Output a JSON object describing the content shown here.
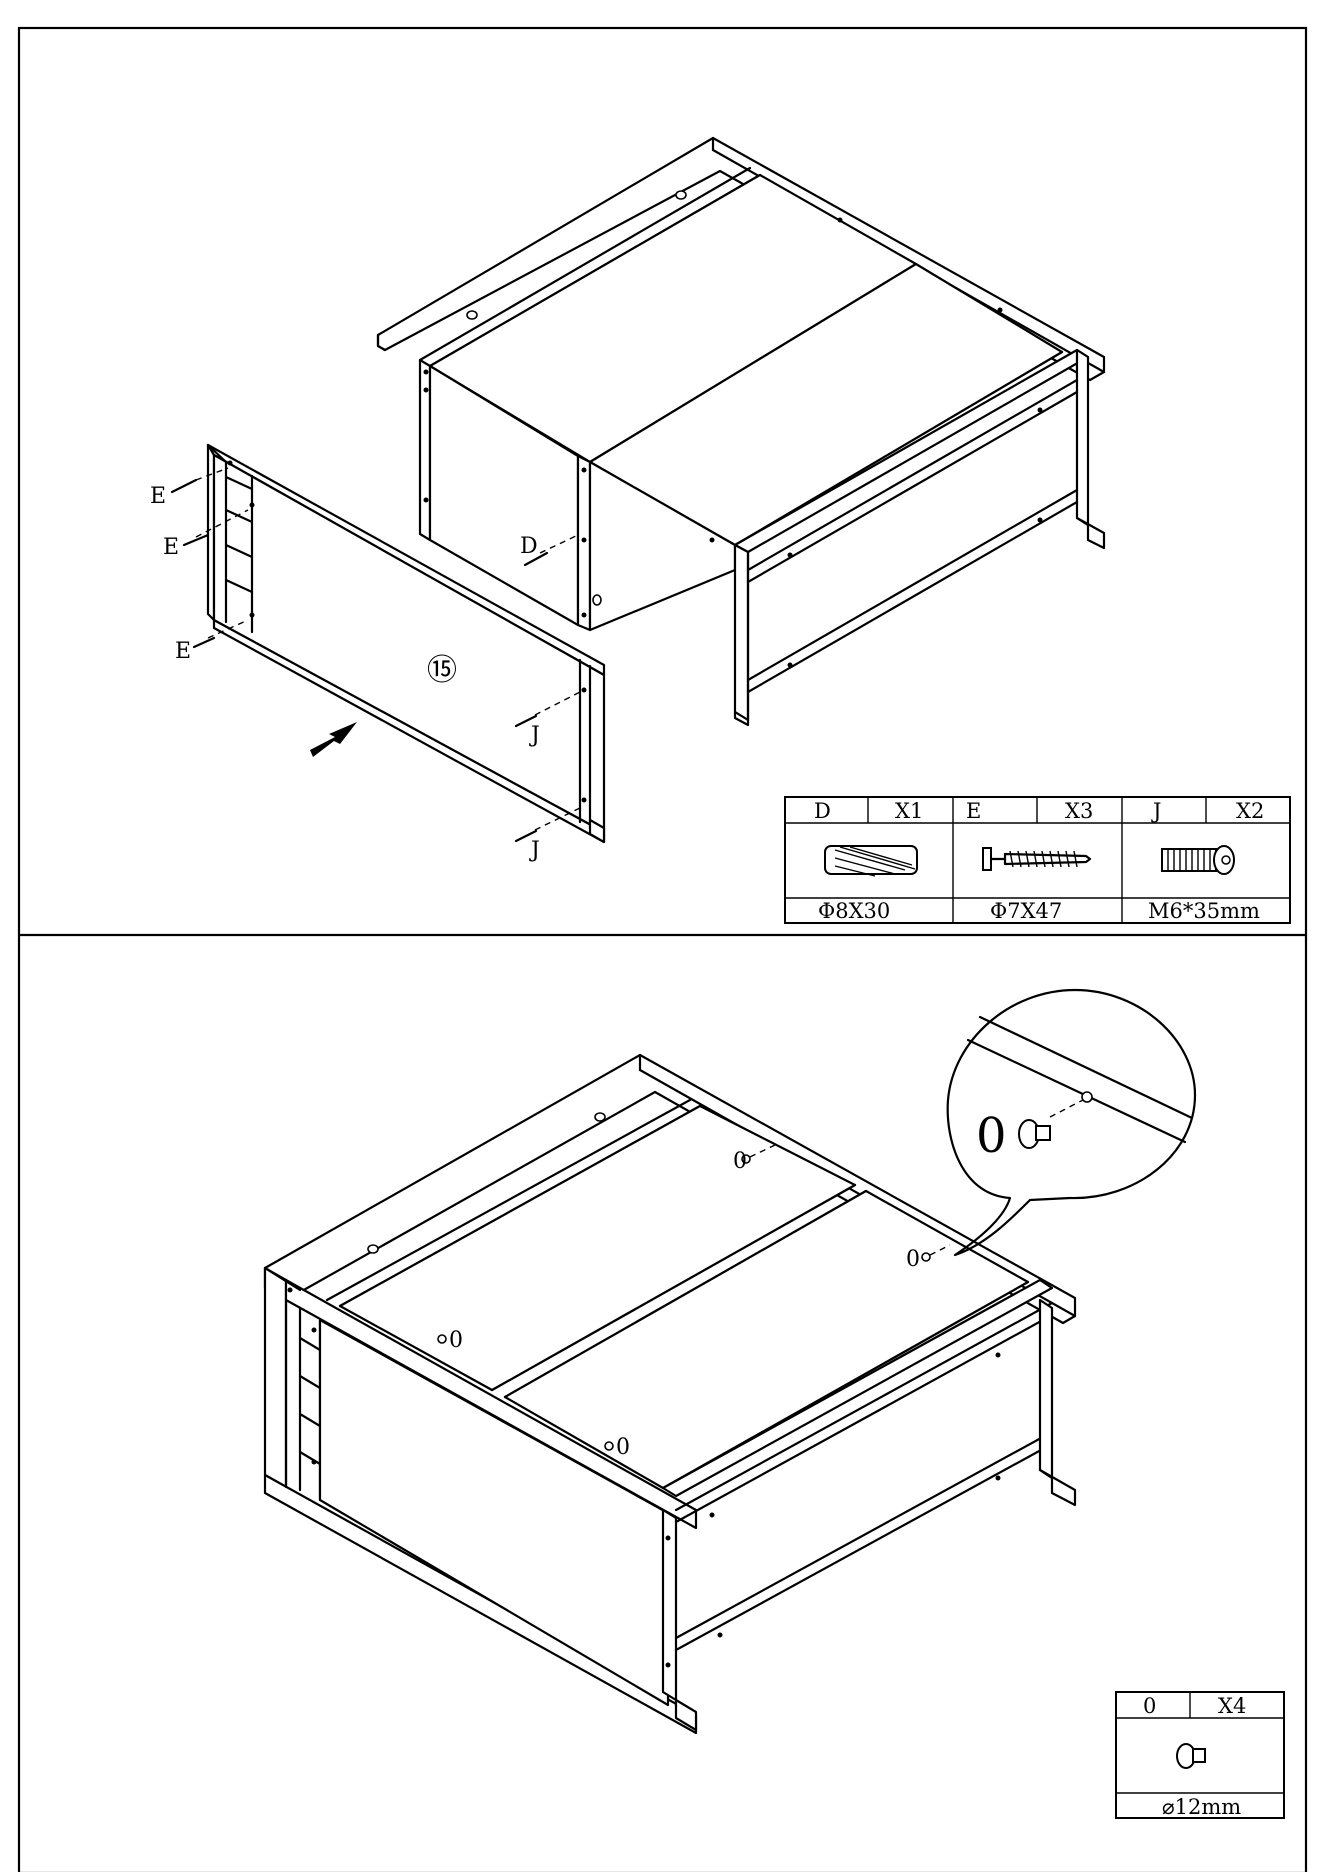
{
  "step1": {
    "panel_number": "⑮",
    "callouts": {
      "D": "D",
      "E": "E",
      "J": "J"
    },
    "parts_table": [
      {
        "code": "D",
        "qty": "X1",
        "spec": "Φ8X30",
        "icon": "wooden-dowel-icon"
      },
      {
        "code": "E",
        "qty": "X3",
        "spec": "Φ7X47",
        "icon": "cam-screw-icon"
      },
      {
        "code": "J",
        "qty": "X2",
        "spec": "M6*35mm",
        "icon": "hex-bolt-icon"
      }
    ]
  },
  "step2": {
    "callout": "0",
    "zoom_callout": "0",
    "parts_table": [
      {
        "code": "0",
        "qty": "X4",
        "spec": "⌀12mm",
        "icon": "glide-foot-icon"
      }
    ]
  }
}
